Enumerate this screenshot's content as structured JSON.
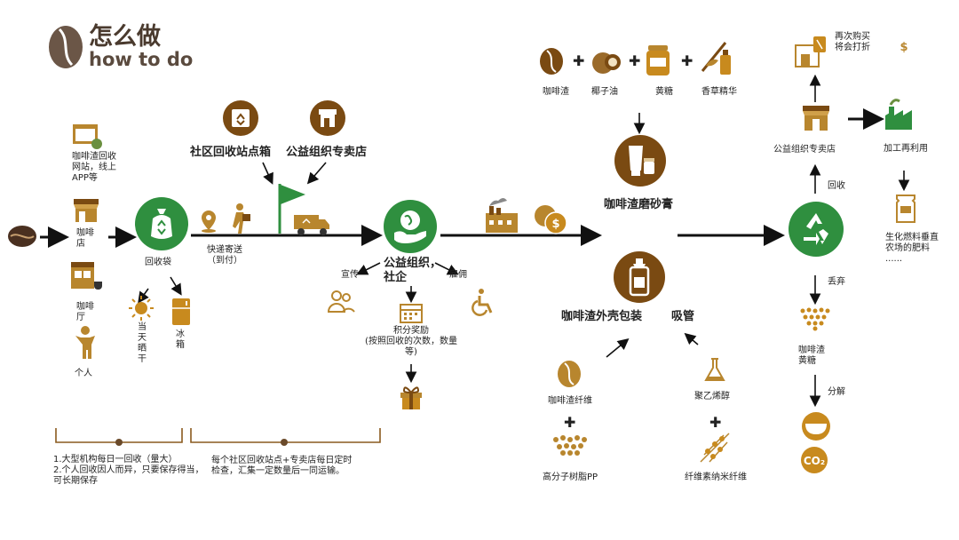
{
  "logo": {
    "title_zh": "怎么做",
    "title_en": "how to do"
  },
  "sources": {
    "online": "咖啡渣回收\n网站，线上\nAPP等",
    "cafe": "咖啡\n店",
    "hall": "咖啡\n厅",
    "person": "个人"
  },
  "bag": {
    "label": "回收袋",
    "sun": "当\n天\n晒\n干",
    "fridge": "冰\n箱"
  },
  "shipping": {
    "express": "快递寄送\n（到付）",
    "community": "社区回收站点箱",
    "store": "公益组织专卖店"
  },
  "org": {
    "label": "公益组织，\n社企",
    "publicity": "宣传",
    "hire": "雇佣",
    "points": "积分奖励\n(按照回收的次数，数量\n等)"
  },
  "notes": {
    "left": "1.大型机构每日一回收（量大）\n2.个人回收因人而异，只要保存得当，\n可长期保存",
    "right": "每个社区回收站点+专卖店每日定时\n检查，汇集一定数量后一同运输。"
  },
  "scrub": {
    "ingredients": [
      "咖啡渣",
      "椰子油",
      "黄糖",
      "香草精华"
    ],
    "label": "咖啡渣磨砂膏"
  },
  "package": {
    "label": "咖啡渣外壳包装",
    "straw": "吸管",
    "fiber": "咖啡渣纤维",
    "pp": "高分子树脂PP",
    "pva": "聚乙烯醇",
    "nano": "纤维素纳米纤维"
  },
  "recycle": {
    "discount": "再次购买\n将会打折",
    "store": "公益组织专卖店",
    "process": "加工再利用",
    "recycle_label": "回收",
    "discard": "丢弃",
    "fuel": "生化燃料垂直\n农场的肥料\n......",
    "sugar": "咖啡渣\n黄糖",
    "decompose": "分解"
  },
  "colors": {
    "brown": "#7a4a12",
    "gold": "#b8862e",
    "green": "#2f8f3f",
    "dark": "#1a1a1a"
  }
}
